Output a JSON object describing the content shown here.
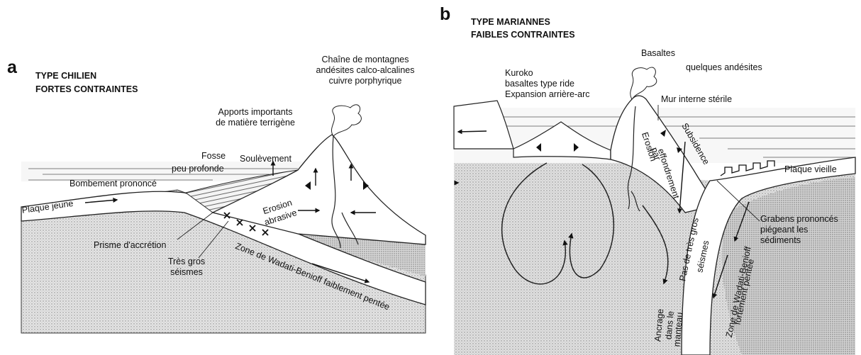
{
  "panel_a": {
    "letter": "a",
    "title_line1": "TYPE CHILIEN",
    "title_line2": "FORTES CONTRAINTES",
    "labels": {
      "chaine_1": "Chaîne de montagnes",
      "chaine_2": "andésites calco-alcalines",
      "chaine_3": "cuivre porphyrique",
      "apports_1": "Apports importants",
      "apports_2": "de matière terrigène",
      "fosse_1": "Fosse",
      "fosse_2": "peu profonde",
      "soulevement": "Soulèvement",
      "bombement": "Bombement prononcé",
      "plaque_jeune": "Plaque jeune",
      "erosion_1": "Erosion",
      "erosion_2": "abrasive",
      "prisme": "Prisme d'accrétion",
      "seismes_1": "Très gros",
      "seismes_2": "séismes",
      "wadati": "Zone de Wadati-Benioff faiblement pentée"
    }
  },
  "panel_b": {
    "letter": "b",
    "title_line1": "TYPE MARIANNES",
    "title_line2": "FAIBLES CONTRAINTES",
    "labels": {
      "basaltes": "Basaltes",
      "quelques": "quelques andésites",
      "kuroko_1": "Kuroko",
      "kuroko_2": "basaltes type ride",
      "kuroko_3": "Expansion arrière-arc",
      "mur": "Mur interne stérile",
      "erosion_1": "Erosion",
      "erosion_2": "par",
      "erosion_3": "effondrement",
      "subsidence": "Subsidence",
      "plaque_vieille": "Plaque vieille",
      "grabens_1": "Grabens prononcés",
      "grabens_2": "piégeant les",
      "grabens_3": "sédiments",
      "pas_1": "Pas de très gros",
      "pas_2": "séismes",
      "ancrage_1": "Ancrage",
      "ancrage_2": "dans le",
      "ancrage_3": "manteau",
      "wadati_1": "Zone de Wadati-Benioff",
      "wadati_2": "fortement pentée"
    }
  }
}
